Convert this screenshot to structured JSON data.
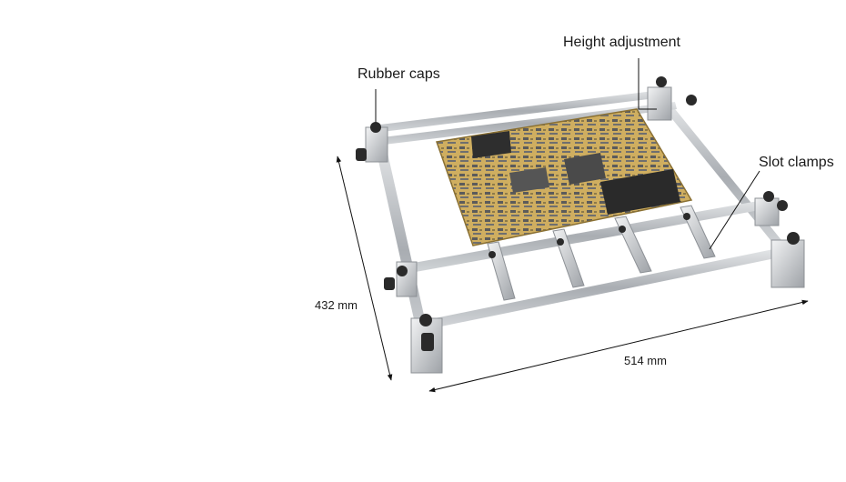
{
  "labels": {
    "height_adjustment": "Height adjustment",
    "rubber_caps": "Rubber caps",
    "slot_clamps": "Slot clamps"
  },
  "dimensions": {
    "depth": "432 mm",
    "width": "514 mm"
  },
  "colors": {
    "frame": "#b9bcc0",
    "frame_dark": "#8c9095",
    "pcb": "#c9a85a",
    "pcb_dark": "#8a7033",
    "knob": "#2a2a2a",
    "line": "#111111"
  }
}
